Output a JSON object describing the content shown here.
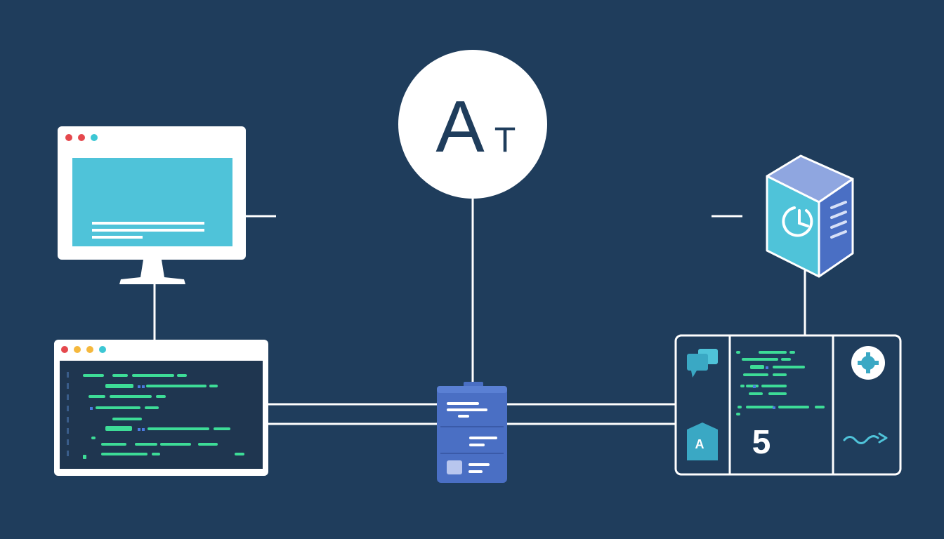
{
  "ai_node": {
    "letter_big": "A",
    "letter_small": "T"
  },
  "editor_panel": {
    "a_badge": "A",
    "logo_glyph": "5"
  },
  "colors": {
    "background": "#1f3d5c",
    "line": "#ffffff",
    "screen_cyan": "#4fc3d9",
    "code_green": "#3ddc97",
    "code_bg": "#1f3650",
    "server_blue": "#4a6fc4",
    "server_light": "#8fa6e0",
    "dot_red": "#e5484d",
    "dot_yellow": "#f5b83d",
    "dot_cyan": "#3cc7d4"
  },
  "icons": [
    "monitor-icon",
    "code-editor-window-icon",
    "ai-circle-icon",
    "document-server-icon",
    "server-cube-icon",
    "chat-bubbles-icon",
    "a-badge-icon",
    "gear-badge-icon",
    "wave-arrow-icon"
  ]
}
